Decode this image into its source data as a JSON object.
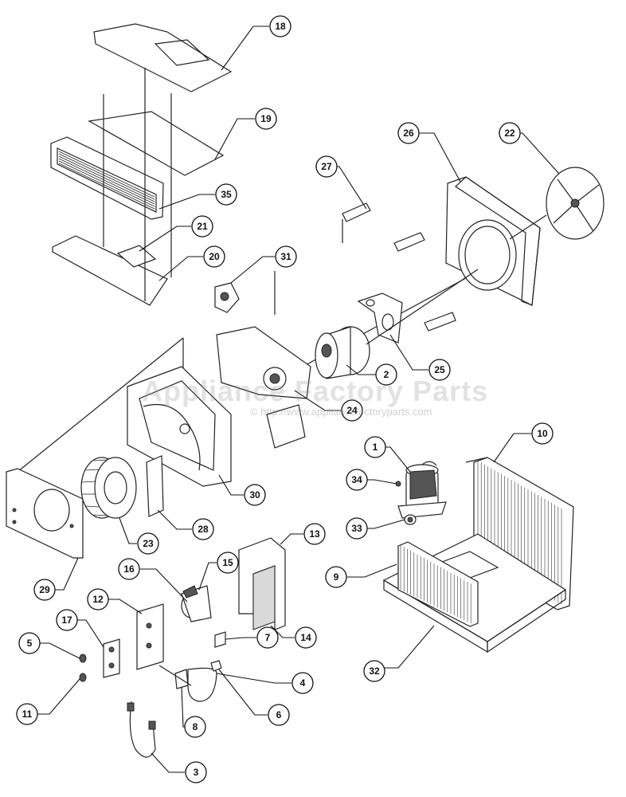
{
  "watermark": {
    "title": "Appliance Factory Parts",
    "url": "© http://www.appliancefactoryparts.com"
  },
  "callouts": [
    {
      "id": "18",
      "label": "18"
    },
    {
      "id": "19",
      "label": "19"
    },
    {
      "id": "35",
      "label": "35"
    },
    {
      "id": "21",
      "label": "21"
    },
    {
      "id": "20",
      "label": "20"
    },
    {
      "id": "27",
      "label": "27"
    },
    {
      "id": "26",
      "label": "26"
    },
    {
      "id": "22",
      "label": "22"
    },
    {
      "id": "31",
      "label": "31"
    },
    {
      "id": "2",
      "label": "2"
    },
    {
      "id": "25",
      "label": "25"
    },
    {
      "id": "24",
      "label": "24"
    },
    {
      "id": "30",
      "label": "30"
    },
    {
      "id": "1",
      "label": "1"
    },
    {
      "id": "10",
      "label": "10"
    },
    {
      "id": "34",
      "label": "34"
    },
    {
      "id": "33",
      "label": "33"
    },
    {
      "id": "28",
      "label": "28"
    },
    {
      "id": "23",
      "label": "23"
    },
    {
      "id": "13",
      "label": "13"
    },
    {
      "id": "15",
      "label": "15"
    },
    {
      "id": "16",
      "label": "16"
    },
    {
      "id": "9",
      "label": "9"
    },
    {
      "id": "29",
      "label": "29"
    },
    {
      "id": "12",
      "label": "12"
    },
    {
      "id": "17",
      "label": "17"
    },
    {
      "id": "7",
      "label": "7"
    },
    {
      "id": "14",
      "label": "14"
    },
    {
      "id": "5",
      "label": "5"
    },
    {
      "id": "32",
      "label": "32"
    },
    {
      "id": "4",
      "label": "4"
    },
    {
      "id": "6",
      "label": "6"
    },
    {
      "id": "11",
      "label": "11"
    },
    {
      "id": "8",
      "label": "8"
    },
    {
      "id": "3",
      "label": "3"
    }
  ]
}
